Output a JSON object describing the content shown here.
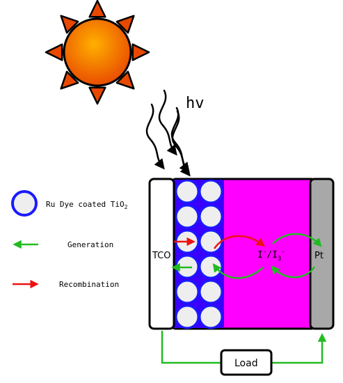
{
  "illustration": {
    "light_source": "sun-icon",
    "light_label": "hv"
  },
  "legend": {
    "items": [
      {
        "label_main": "Ru Dye coated TiO",
        "label_sub": "2",
        "symbol": "coated-particle-icon"
      },
      {
        "label": "Generation",
        "symbol": "green-arrow-left-icon"
      },
      {
        "label": "Recombination",
        "symbol": "red-arrow-right-icon"
      }
    ]
  },
  "cell": {
    "left_electrode": "TCO",
    "right_electrode": "Pt",
    "electrolyte": {
      "base1": "I",
      "sup1": "-",
      "sep": "/",
      "base2": "I",
      "sub2": "3",
      "sup2": "-"
    },
    "load": "Load"
  },
  "colors": {
    "electrolyte": "#ff00ff",
    "coating": "#1a1aff",
    "particle": "#eeeeee",
    "tco": "#ffffff",
    "pt": "#a8a8a8",
    "generation": "#22bb22",
    "recombination": "#ee1111",
    "sun_outer": "#e84800",
    "sun_inner": "#ffaa00"
  }
}
